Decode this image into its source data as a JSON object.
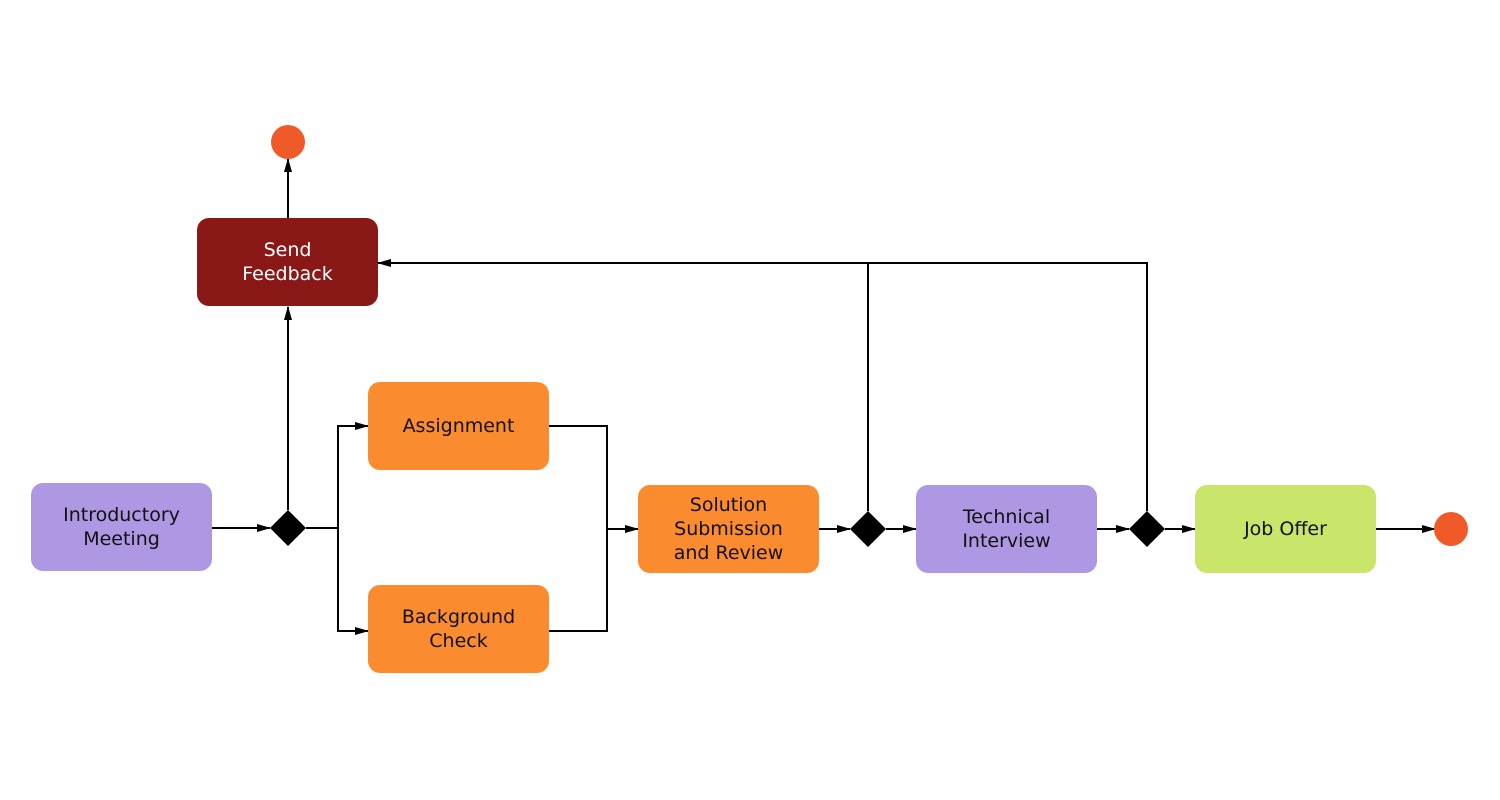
{
  "colors": {
    "purple": "#ae97e3",
    "orange": "#fb8b2f",
    "dark_red": "#8a1816",
    "green": "#c9e56a",
    "terminal": "#f05a28",
    "line": "#000000",
    "text_dark": "#111111",
    "text_light": "#ffffff"
  },
  "nodes": {
    "introductory_meeting": {
      "label": "Introductory\nMeeting"
    },
    "send_feedback": {
      "label": "Send\nFeedback"
    },
    "assignment": {
      "label": "Assignment"
    },
    "background_check": {
      "label": "Background\nCheck"
    },
    "solution_review": {
      "label": "Solution\nSubmission\nand Review"
    },
    "technical_interview": {
      "label": "Technical\nInterview"
    },
    "job_offer": {
      "label": "Job Offer"
    }
  },
  "edges": [
    {
      "from": "introductory_meeting",
      "to": "decision_1"
    },
    {
      "from": "decision_1",
      "to": "send_feedback"
    },
    {
      "from": "decision_1",
      "to": "assignment"
    },
    {
      "from": "decision_1",
      "to": "background_check"
    },
    {
      "from": "assignment",
      "to": "solution_review"
    },
    {
      "from": "background_check",
      "to": "solution_review"
    },
    {
      "from": "solution_review",
      "to": "decision_2"
    },
    {
      "from": "decision_2",
      "to": "technical_interview"
    },
    {
      "from": "decision_2",
      "to": "send_feedback"
    },
    {
      "from": "technical_interview",
      "to": "decision_3"
    },
    {
      "from": "decision_3",
      "to": "job_offer"
    },
    {
      "from": "decision_3",
      "to": "send_feedback"
    },
    {
      "from": "send_feedback",
      "to": "end_top"
    },
    {
      "from": "job_offer",
      "to": "end_right"
    }
  ]
}
